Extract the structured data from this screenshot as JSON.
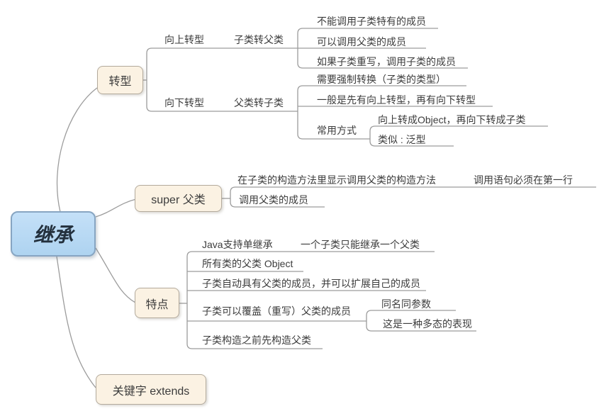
{
  "title": "继承思维导图",
  "colors": {
    "root_fill": "#aed3f0",
    "root_border": "#87a5c2",
    "node_fill": "#fbf2e3",
    "node_border": "#b3aa9c",
    "line": "#9c9c9c",
    "text": "#3c3c3c"
  },
  "root": {
    "label": "继承"
  },
  "branches": {
    "cast": {
      "label": "转型",
      "upcast": {
        "label": "向上转型",
        "meaning": "子类转父类",
        "notes": [
          "不能调用子类特有的成员",
          "可以调用父类的成员",
          "如果子类重写，调用子类的成员"
        ]
      },
      "downcast": {
        "label": "向下转型",
        "meaning": "父类转子类",
        "notes": [
          "需要强制转换（子类的类型）",
          "一般是先有向上转型，再有向下转型"
        ],
        "common_way": {
          "label": "常用方式",
          "notes": [
            "向上转成Object，再向下转成子类",
            "类似 : 泛型"
          ]
        }
      }
    },
    "super": {
      "label": "super 父类",
      "constructor_note": "在子类的构造方法里显示调用父类的构造方法",
      "constructor_rule": "调用语句必须在第一行",
      "member_note": "调用父类的成员"
    },
    "features": {
      "label": "特点",
      "single_inheritance": "Java支持单继承",
      "single_inheritance_detail": "一个子类只能继承一个父类",
      "object_parent": "所有类的父类  Object",
      "auto_members": "子类自动具有父类的成员，并可以扩展自己的成员",
      "override": "子类可以覆盖（重写）父类的成员",
      "override_details": [
        "同名同参数",
        "这是一种多态的表现"
      ],
      "constructor_order": "子类构造之前先构造父类"
    },
    "keyword": {
      "label": "关键字  extends"
    }
  }
}
